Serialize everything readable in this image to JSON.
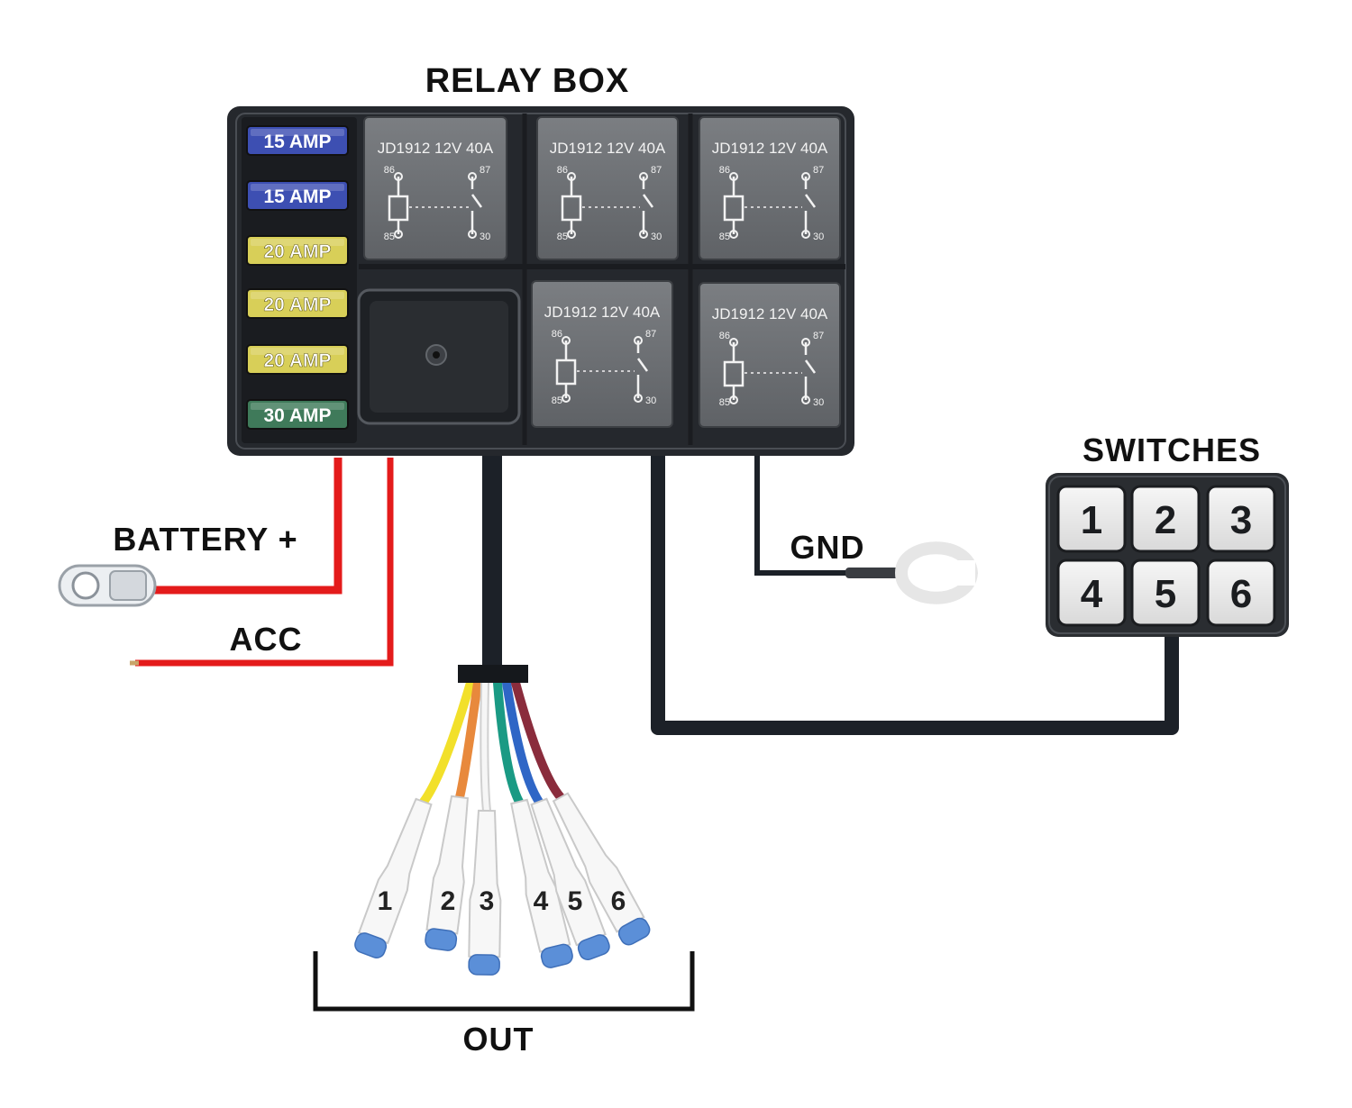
{
  "title": "RELAY BOX",
  "labels": {
    "battery": "BATTERY +",
    "acc": "ACC",
    "gnd": "GND",
    "switches": "SWITCHES",
    "out": "OUT"
  },
  "fuses": [
    {
      "label": "15 AMP",
      "color": "#3d4fb2"
    },
    {
      "label": "15 AMP",
      "color": "#3d4fb2"
    },
    {
      "label": "20 AMP",
      "color": "#d8cf58"
    },
    {
      "label": "20 AMP",
      "color": "#d8cf58"
    },
    {
      "label": "20 AMP",
      "color": "#d8cf58"
    },
    {
      "label": "30 AMP",
      "color": "#3f7a5a"
    }
  ],
  "relays": [
    {
      "label": "JD1912 12V 40A",
      "pin_a": "86",
      "pin_b": "87",
      "pin_c": "85",
      "pin_d": "30"
    },
    {
      "label": "JD1912 12V 40A",
      "pin_a": "86",
      "pin_b": "87",
      "pin_c": "85",
      "pin_d": "30"
    },
    {
      "label": "JD1912 12V 40A",
      "pin_a": "86",
      "pin_b": "87",
      "pin_c": "85",
      "pin_d": "30"
    },
    {
      "label": "JD1912 12V 40A",
      "pin_a": "86",
      "pin_b": "87",
      "pin_c": "85",
      "pin_d": "30"
    },
    {
      "label": "JD1912 12V 40A",
      "pin_a": "86",
      "pin_b": "87",
      "pin_c": "85",
      "pin_d": "30"
    }
  ],
  "switch_buttons": [
    "1",
    "2",
    "3",
    "4",
    "5",
    "6"
  ],
  "outputs": [
    {
      "label": "1",
      "wire_color": "#f2e02a"
    },
    {
      "label": "2",
      "wire_color": "#e8893c"
    },
    {
      "label": "3",
      "wire_color": "#f4f4f4"
    },
    {
      "label": "4",
      "wire_color": "#1a9a84"
    },
    {
      "label": "5",
      "wire_color": "#2f66c6"
    },
    {
      "label": "6",
      "wire_color": "#8a2c3c"
    }
  ],
  "colors": {
    "red_wire": "#e41b1b",
    "black_wire": "#1c2128",
    "box_body": "#25282d",
    "relay_body": "#707377",
    "terminal_tip": "#5b8fd8"
  }
}
